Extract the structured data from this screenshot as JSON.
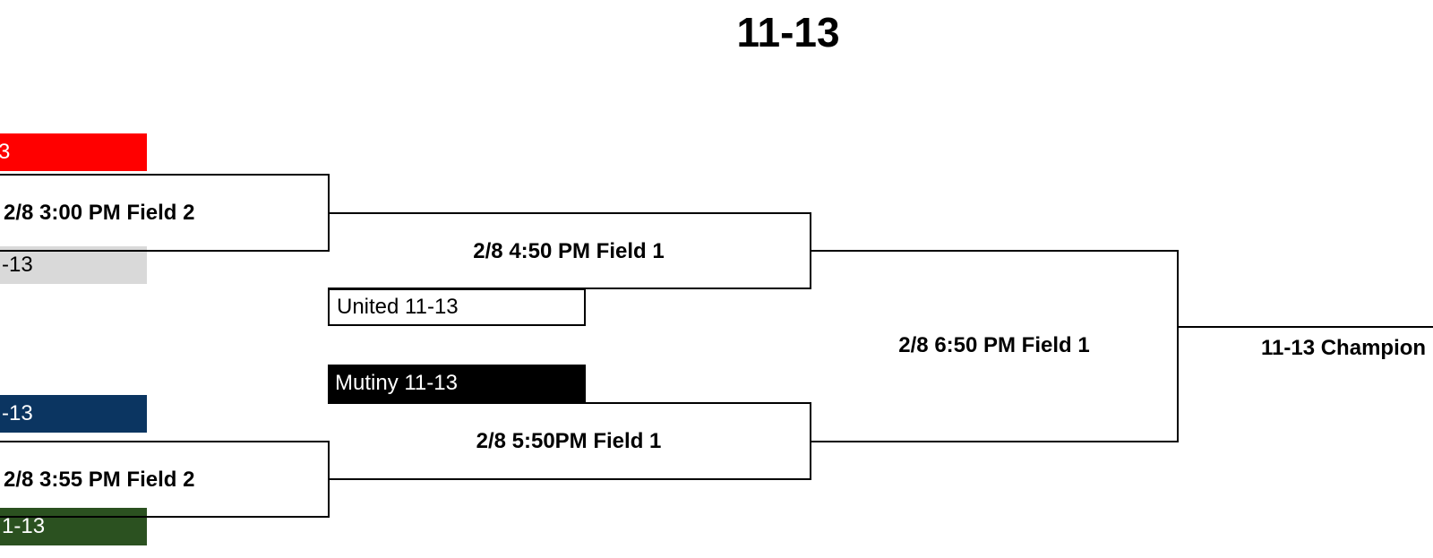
{
  "title": "11-13",
  "colors": {
    "team_red": "#ff0000",
    "team_gray": "#d9d9d9",
    "team_navy": "#0b3561",
    "team_green": "#2b5120",
    "team_black": "#000000",
    "line": "#000000"
  },
  "teams": {
    "top_seed_1": "3",
    "top_seed_2": "-13",
    "mid_seed_1": "United 11-13",
    "mid_seed_2": "Mutiny 11-13",
    "bottom_seed_1": "-13",
    "bottom_seed_2": "1-13"
  },
  "games": {
    "game_1": "2/8 3:00 PM Field 2",
    "game_2": "2/8 3:55 PM Field 2",
    "semi_1": "2/8 4:50 PM Field 1",
    "semi_2": "2/8 5:50PM Field 1",
    "final": "2/8 6:50 PM Field 1",
    "champion": "11-13 Champion"
  }
}
